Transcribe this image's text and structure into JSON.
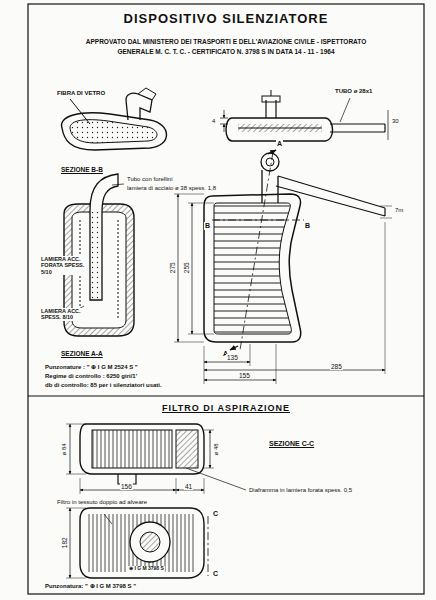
{
  "diagram": {
    "title": "DISPOSITIVO SILENZIATORE",
    "labels": [
      "APPROVATO DAL MINISTERO DEI TRASPORTI E DELL'AVIAZIONE CIVILE - ISPETTORATO",
      "GENERALE M. C. T. C. - CERTIFICATO N. 3798 S IN DATA 14 - 11 - 1964",
      "FIBRA DI VETRO",
      "TUBO ø 28x1",
      "4",
      "30",
      "SEZIONE B-B",
      "Tubo con forellini",
      "lamiera di acciaio ø 38 spess. 1,8",
      "LAMIERA ACC. FORATA SPESS. 5/10",
      "LAMIERA ACC. SPESS. 8/10",
      "SEZIONE A-A",
      "A",
      "B",
      "B",
      "7m",
      "275",
      "255",
      "A",
      "285",
      "135",
      "155",
      "Punzonature : \" ⊕ I G M 2524 S \"",
      "Regime di controllo : 6250 giri/1'",
      "db di controllo: 85 per i silenziatori usati.",
      "FILTRO DI ASPIRAZIONE",
      "ø 84",
      "ø 48",
      "SEZIONE C-C",
      "156",
      "41",
      "Diaframma in lamiera forata spess. 0,5",
      "Filtro in tessuto doppio ad alveare",
      "C",
      "C",
      "182",
      "⊕ I G M 3798 S",
      "Punzonatura: \" ⊕ I G M 3798 S \""
    ]
  }
}
